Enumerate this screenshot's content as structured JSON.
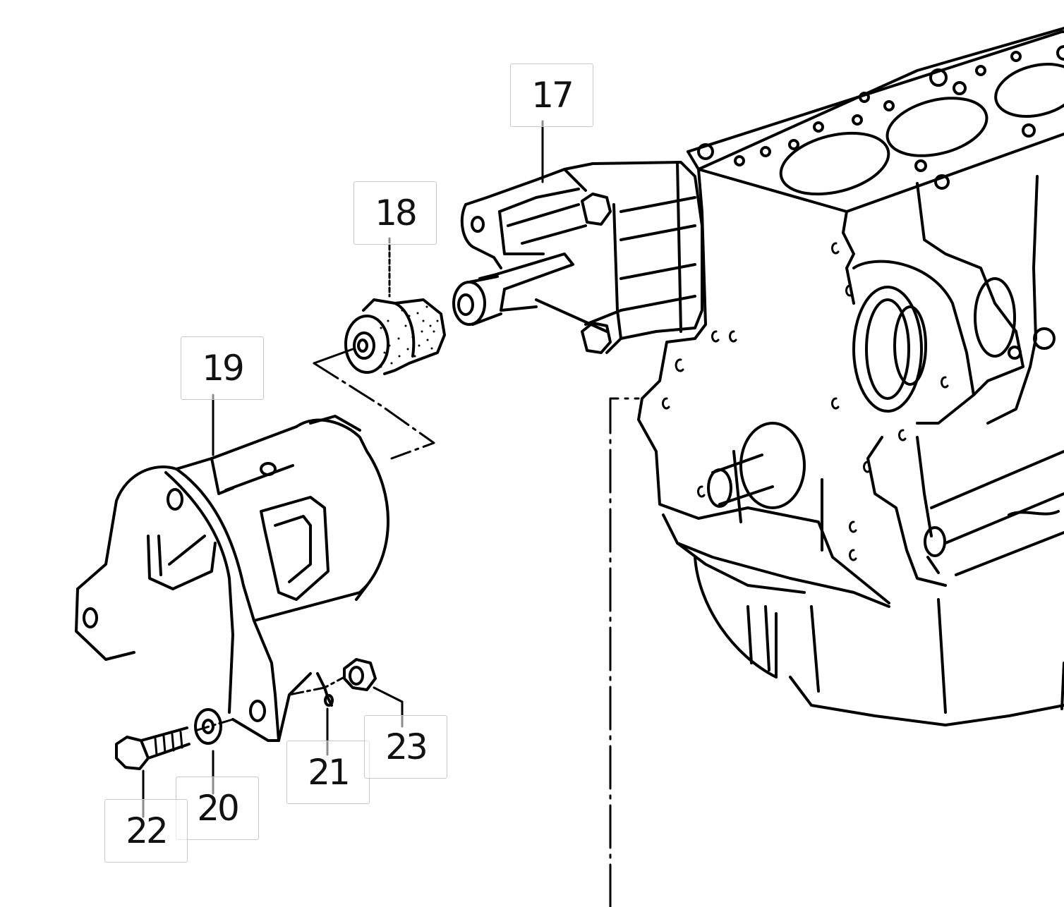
{
  "callouts": [
    {
      "id": "c17",
      "label": "17"
    },
    {
      "id": "c18",
      "label": "18"
    },
    {
      "id": "c19",
      "label": "19"
    },
    {
      "id": "c20",
      "label": "20"
    },
    {
      "id": "c21",
      "label": "21"
    },
    {
      "id": "c22",
      "label": "22"
    },
    {
      "id": "c23",
      "label": "23"
    }
  ],
  "colors": {
    "ink": "#000000",
    "background": "#ffffff",
    "callout_border": "#c8c8c8"
  }
}
